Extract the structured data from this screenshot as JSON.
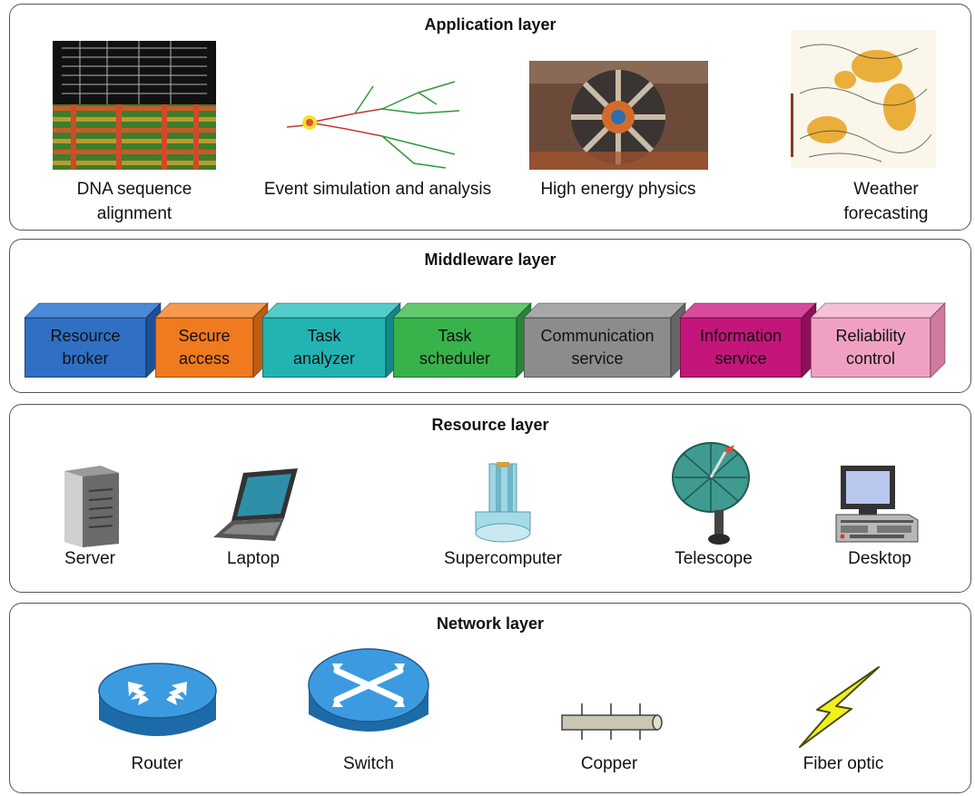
{
  "application_layer": {
    "title": "Application layer",
    "items": [
      {
        "line1": "DNA sequence",
        "line2": "alignment",
        "icon": "dna-alignment-image"
      },
      {
        "line1": "Event simulation and analysis",
        "line2": "",
        "icon": "event-simulation-image"
      },
      {
        "line1": "High energy physics",
        "line2": "",
        "icon": "particle-detector-image"
      },
      {
        "line1": "Weather",
        "line2": "forecasting",
        "icon": "weather-map-image"
      }
    ]
  },
  "middleware_layer": {
    "title": "Middleware layer",
    "items": [
      {
        "line1": "Resource",
        "line2": "broker",
        "color": "#2f6fc4",
        "top": "#4a8ad8",
        "side": "#1f4f95"
      },
      {
        "line1": "Secure",
        "line2": "access",
        "color": "#f07a1e",
        "top": "#f59a4f",
        "side": "#bf5c10"
      },
      {
        "line1": "Task",
        "line2": "analyzer",
        "color": "#22b3b3",
        "top": "#53cccc",
        "side": "#138787"
      },
      {
        "line1": "Task",
        "line2": "scheduler",
        "color": "#38b24a",
        "top": "#62c96f",
        "side": "#25863a"
      },
      {
        "line1": "Communication",
        "line2": "service",
        "color": "#8c8c8c",
        "top": "#a8a8a8",
        "side": "#666666"
      },
      {
        "line1": "Information",
        "line2": "service",
        "color": "#c4157a",
        "top": "#d84a9a",
        "side": "#8f0f58"
      },
      {
        "line1": "Reliability",
        "line2": "control",
        "color": "#f0a1c3",
        "top": "#f7c0d8",
        "side": "#d07aa0"
      }
    ]
  },
  "resource_layer": {
    "title": "Resource layer",
    "items": [
      {
        "label": "Server",
        "icon": "server-icon"
      },
      {
        "label": "Laptop",
        "icon": "laptop-icon"
      },
      {
        "label": "Supercomputer",
        "icon": "supercomputer-icon"
      },
      {
        "label": "Telescope",
        "icon": "telescope-icon"
      },
      {
        "label": "Desktop",
        "icon": "desktop-icon"
      }
    ]
  },
  "network_layer": {
    "title": "Network layer",
    "items": [
      {
        "label": "Router",
        "icon": "router-icon"
      },
      {
        "label": "Switch",
        "icon": "switch-icon"
      },
      {
        "label": "Copper",
        "icon": "copper-cable-icon"
      },
      {
        "label": "Fiber optic",
        "icon": "lightning-bolt-icon"
      }
    ]
  }
}
